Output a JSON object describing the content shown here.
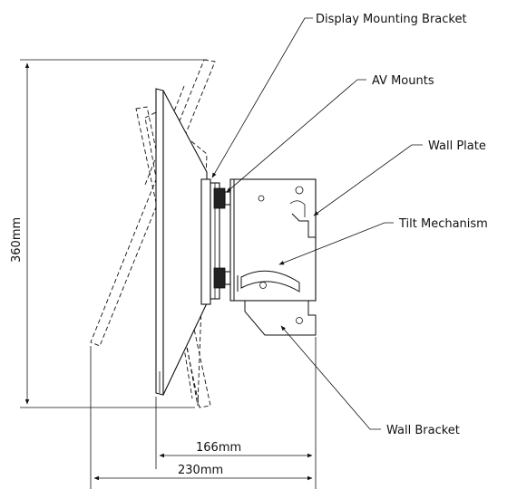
{
  "labels": {
    "display_mounting_bracket": "Display Mounting Bracket",
    "av_mounts": "AV Mounts",
    "wall_plate": "Wall Plate",
    "tilt_mechanism": "Tilt Mechanism",
    "wall_bracket": "Wall Bracket"
  },
  "dimensions": {
    "height": "360mm",
    "depth_inner": "166mm",
    "depth_outer": "230mm"
  }
}
